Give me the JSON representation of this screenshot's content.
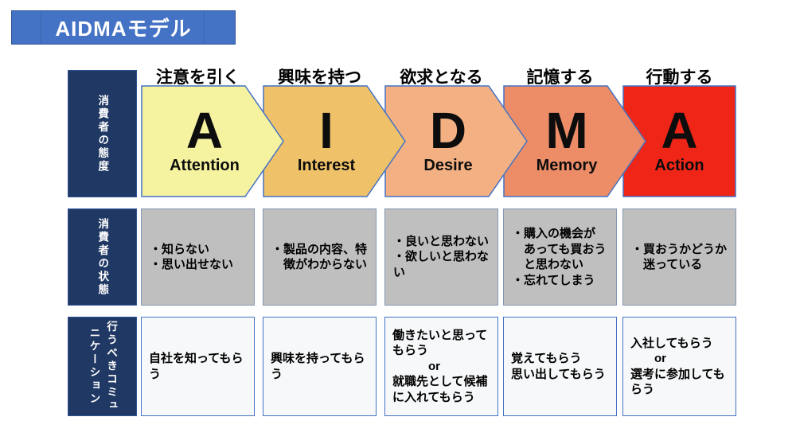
{
  "title": "AIDMAモデル",
  "row_labels": {
    "attitude": "消費者の態度",
    "state": "消費者の状態",
    "communication": "行うべきコミュ\nニケーション"
  },
  "stages": [
    {
      "header": "注意を引く",
      "letter": "A",
      "word": "Attention",
      "color": "#f5f2a0",
      "state": "・知らない\n・思い出せない",
      "communication": "自社を知ってもら\nう"
    },
    {
      "header": "興味を持つ",
      "letter": "I",
      "word": "Interest",
      "color": "#efc269",
      "state": "・製品の内容、特\n　徴がわからない",
      "communication": "興味を持ってもら\nう"
    },
    {
      "header": "欲求となる",
      "letter": "D",
      "word": "Desire",
      "color": "#f3b183",
      "state": "・良いと思わない\n・欲しいと思わな\nい",
      "communication": "働きたいと思って\nもらう\n　　　or\n就職先として候補\nに入れてもらう"
    },
    {
      "header": "記憶する",
      "letter": "M",
      "word": "Memory",
      "color": "#ec8d68",
      "state": "・購入の機会が\n　あっても買おう\n　と思わない\n・忘れてしまう",
      "communication": "覚えてもらう\n思い出してもらう"
    },
    {
      "header": "行動する",
      "letter": "A",
      "word": "Action",
      "color": "#ef2517",
      "state": "・買おうかどうか\n　迷っている",
      "communication": "入社してもらう\n　　or\n選考に参加しても\nらう"
    }
  ],
  "colors": {
    "title_bg": "#4472c4",
    "label_bg": "#203864",
    "state_cell_bg": "#bfbfbf",
    "comm_cell_bg": "#f7f8f9",
    "arrow_stroke": "#4472c4",
    "state_cell_border": "#8496b0",
    "comm_cell_border": "#4472c4"
  }
}
